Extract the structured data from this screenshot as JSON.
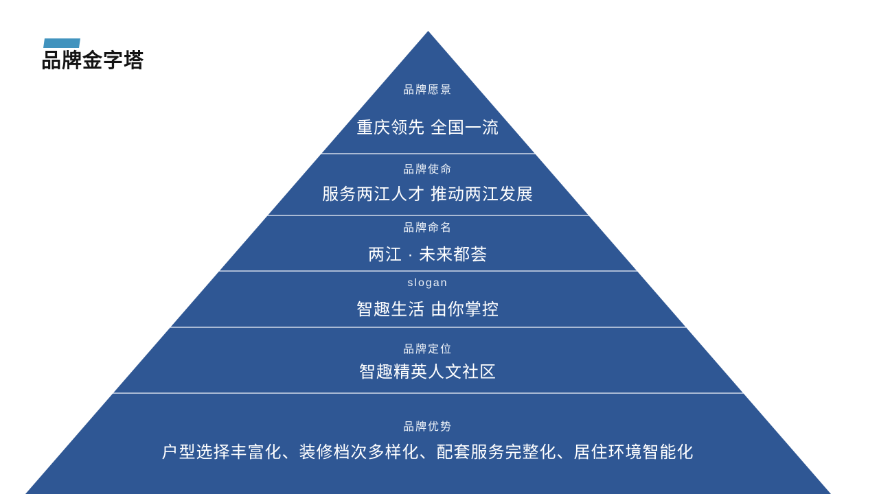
{
  "slide": {
    "title": "品牌金字塔"
  },
  "colors": {
    "pyramid": "#2F5794",
    "accent_bar": "#4193BE",
    "divider": "#FFFFFF",
    "title_text": "#141414",
    "level_label": "#EDF2F8",
    "level_text": "#FFFFFF"
  },
  "pyramid": {
    "levels": [
      {
        "label": "品牌愿景",
        "text": "重庆领先 全国一流"
      },
      {
        "label": "品牌使命",
        "text": "服务两江人才 推动两江发展"
      },
      {
        "label": "品牌命名",
        "text": "两江 · 未来都荟"
      },
      {
        "label": "slogan",
        "text": "智趣生活 由你掌控"
      },
      {
        "label": "品牌定位",
        "text": "智趣精英人文社区"
      },
      {
        "label": "品牌优势",
        "text": "户型选择丰富化、装修档次多样化、配套服务完整化、居住环境智能化"
      }
    ]
  }
}
